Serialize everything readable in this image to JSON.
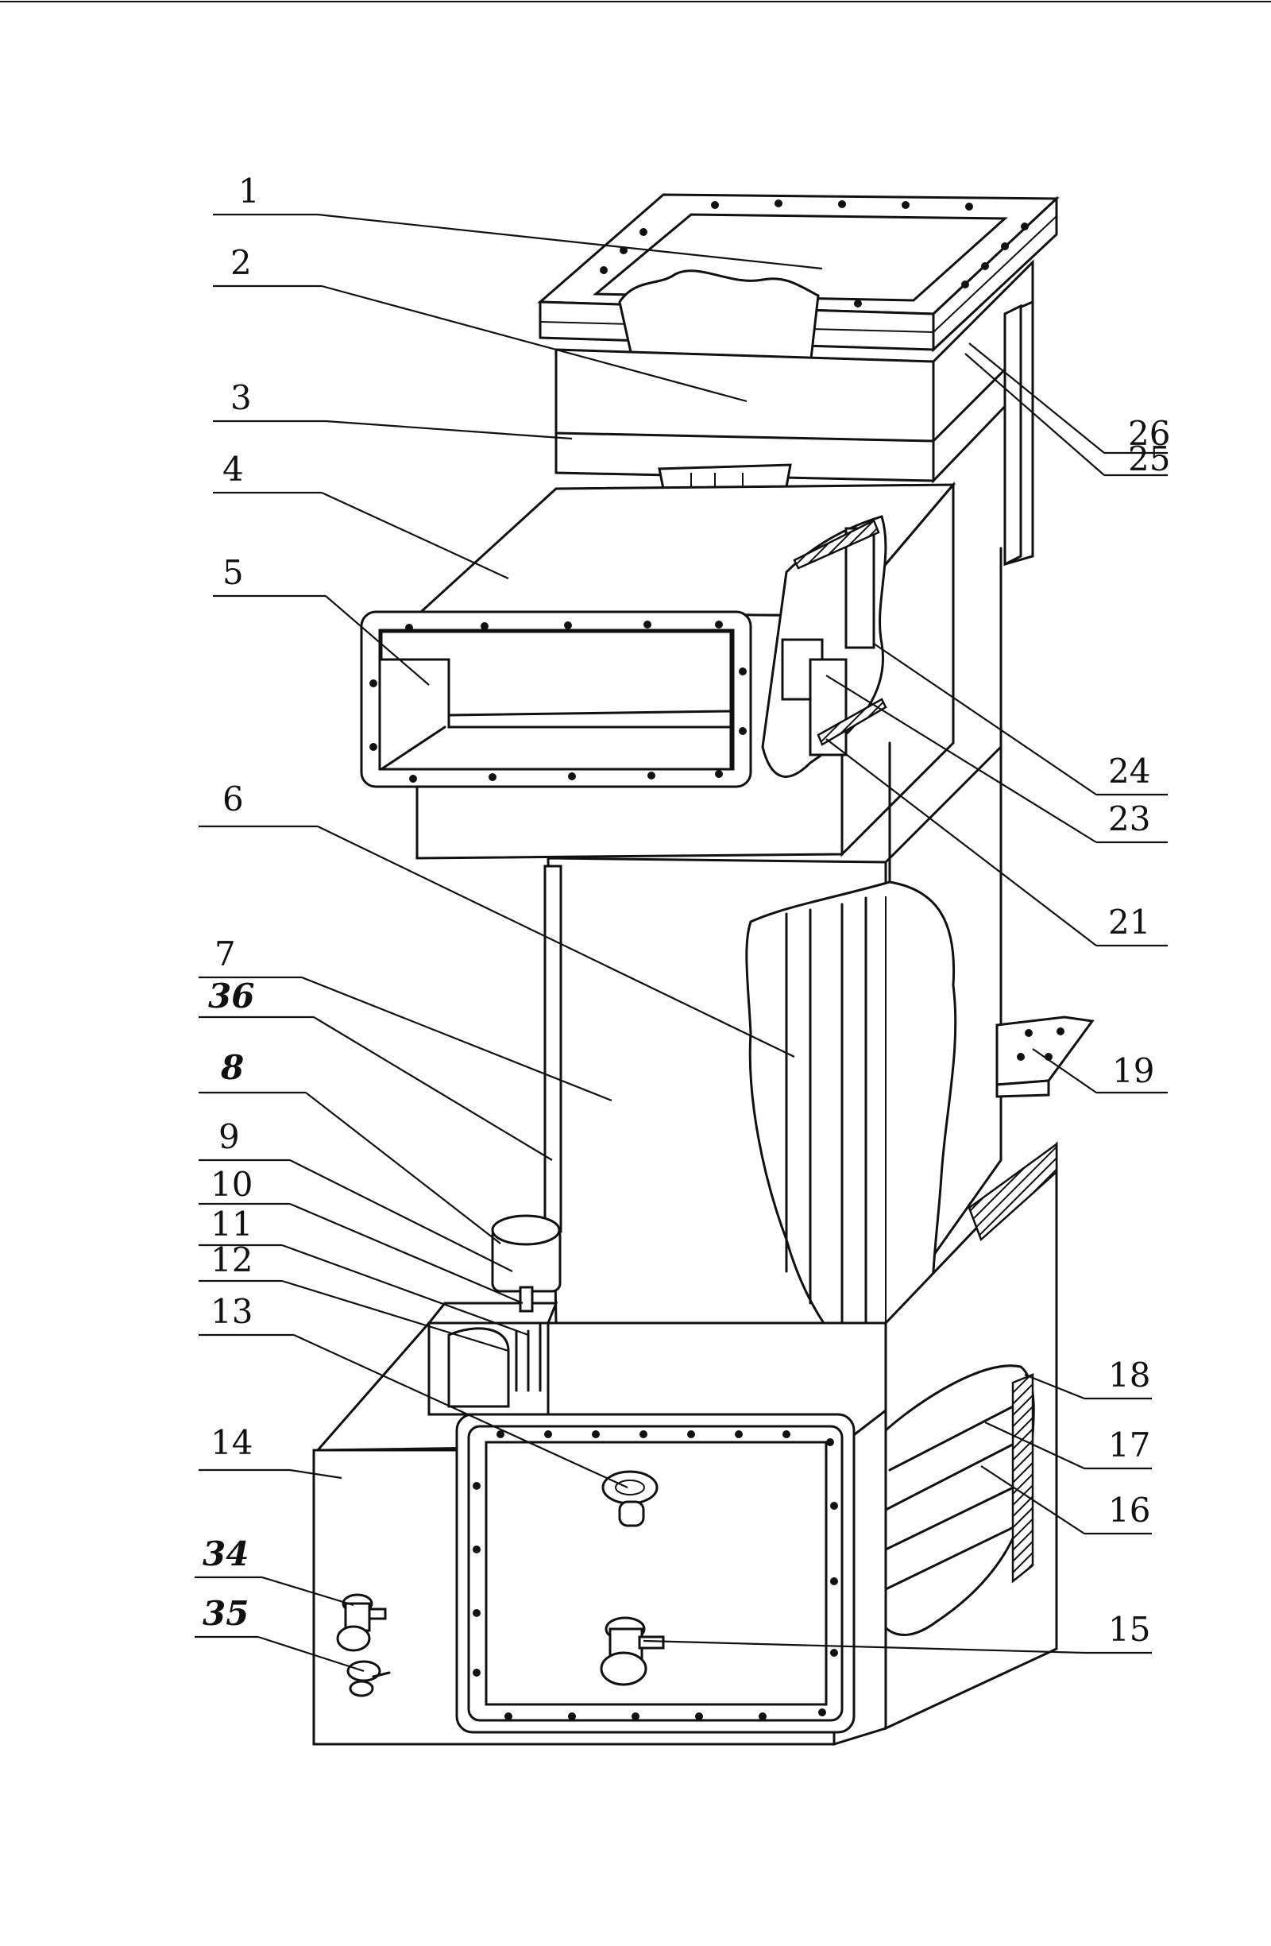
{
  "labels": {
    "left": [
      {
        "id": "1",
        "text": "1",
        "bold": false
      },
      {
        "id": "2",
        "text": "2",
        "bold": false
      },
      {
        "id": "3",
        "text": "3",
        "bold": false
      },
      {
        "id": "4",
        "text": "4",
        "bold": false
      },
      {
        "id": "5",
        "text": "5",
        "bold": false
      },
      {
        "id": "6",
        "text": "6",
        "bold": false
      },
      {
        "id": "7",
        "text": "7",
        "bold": false
      },
      {
        "id": "36",
        "text": "36",
        "bold": true
      },
      {
        "id": "8",
        "text": "8",
        "bold": true
      },
      {
        "id": "9",
        "text": "9",
        "bold": false
      },
      {
        "id": "10",
        "text": "10",
        "bold": false
      },
      {
        "id": "11",
        "text": "11",
        "bold": false
      },
      {
        "id": "12",
        "text": "12",
        "bold": false
      },
      {
        "id": "13",
        "text": "13",
        "bold": false
      },
      {
        "id": "14",
        "text": "14",
        "bold": false
      },
      {
        "id": "34",
        "text": "34",
        "bold": true
      },
      {
        "id": "35",
        "text": "35",
        "bold": true
      }
    ],
    "right": [
      {
        "id": "26",
        "text": "26",
        "bold": false
      },
      {
        "id": "25",
        "text": "25",
        "bold": false
      },
      {
        "id": "24",
        "text": "24",
        "bold": false
      },
      {
        "id": "23",
        "text": "23",
        "bold": false
      },
      {
        "id": "21",
        "text": "21",
        "bold": false
      },
      {
        "id": "19",
        "text": "19",
        "bold": false
      },
      {
        "id": "18",
        "text": "18",
        "bold": false
      },
      {
        "id": "17",
        "text": "17",
        "bold": false
      },
      {
        "id": "16",
        "text": "16",
        "bold": false
      },
      {
        "id": "15",
        "text": "15",
        "bold": false
      }
    ]
  }
}
